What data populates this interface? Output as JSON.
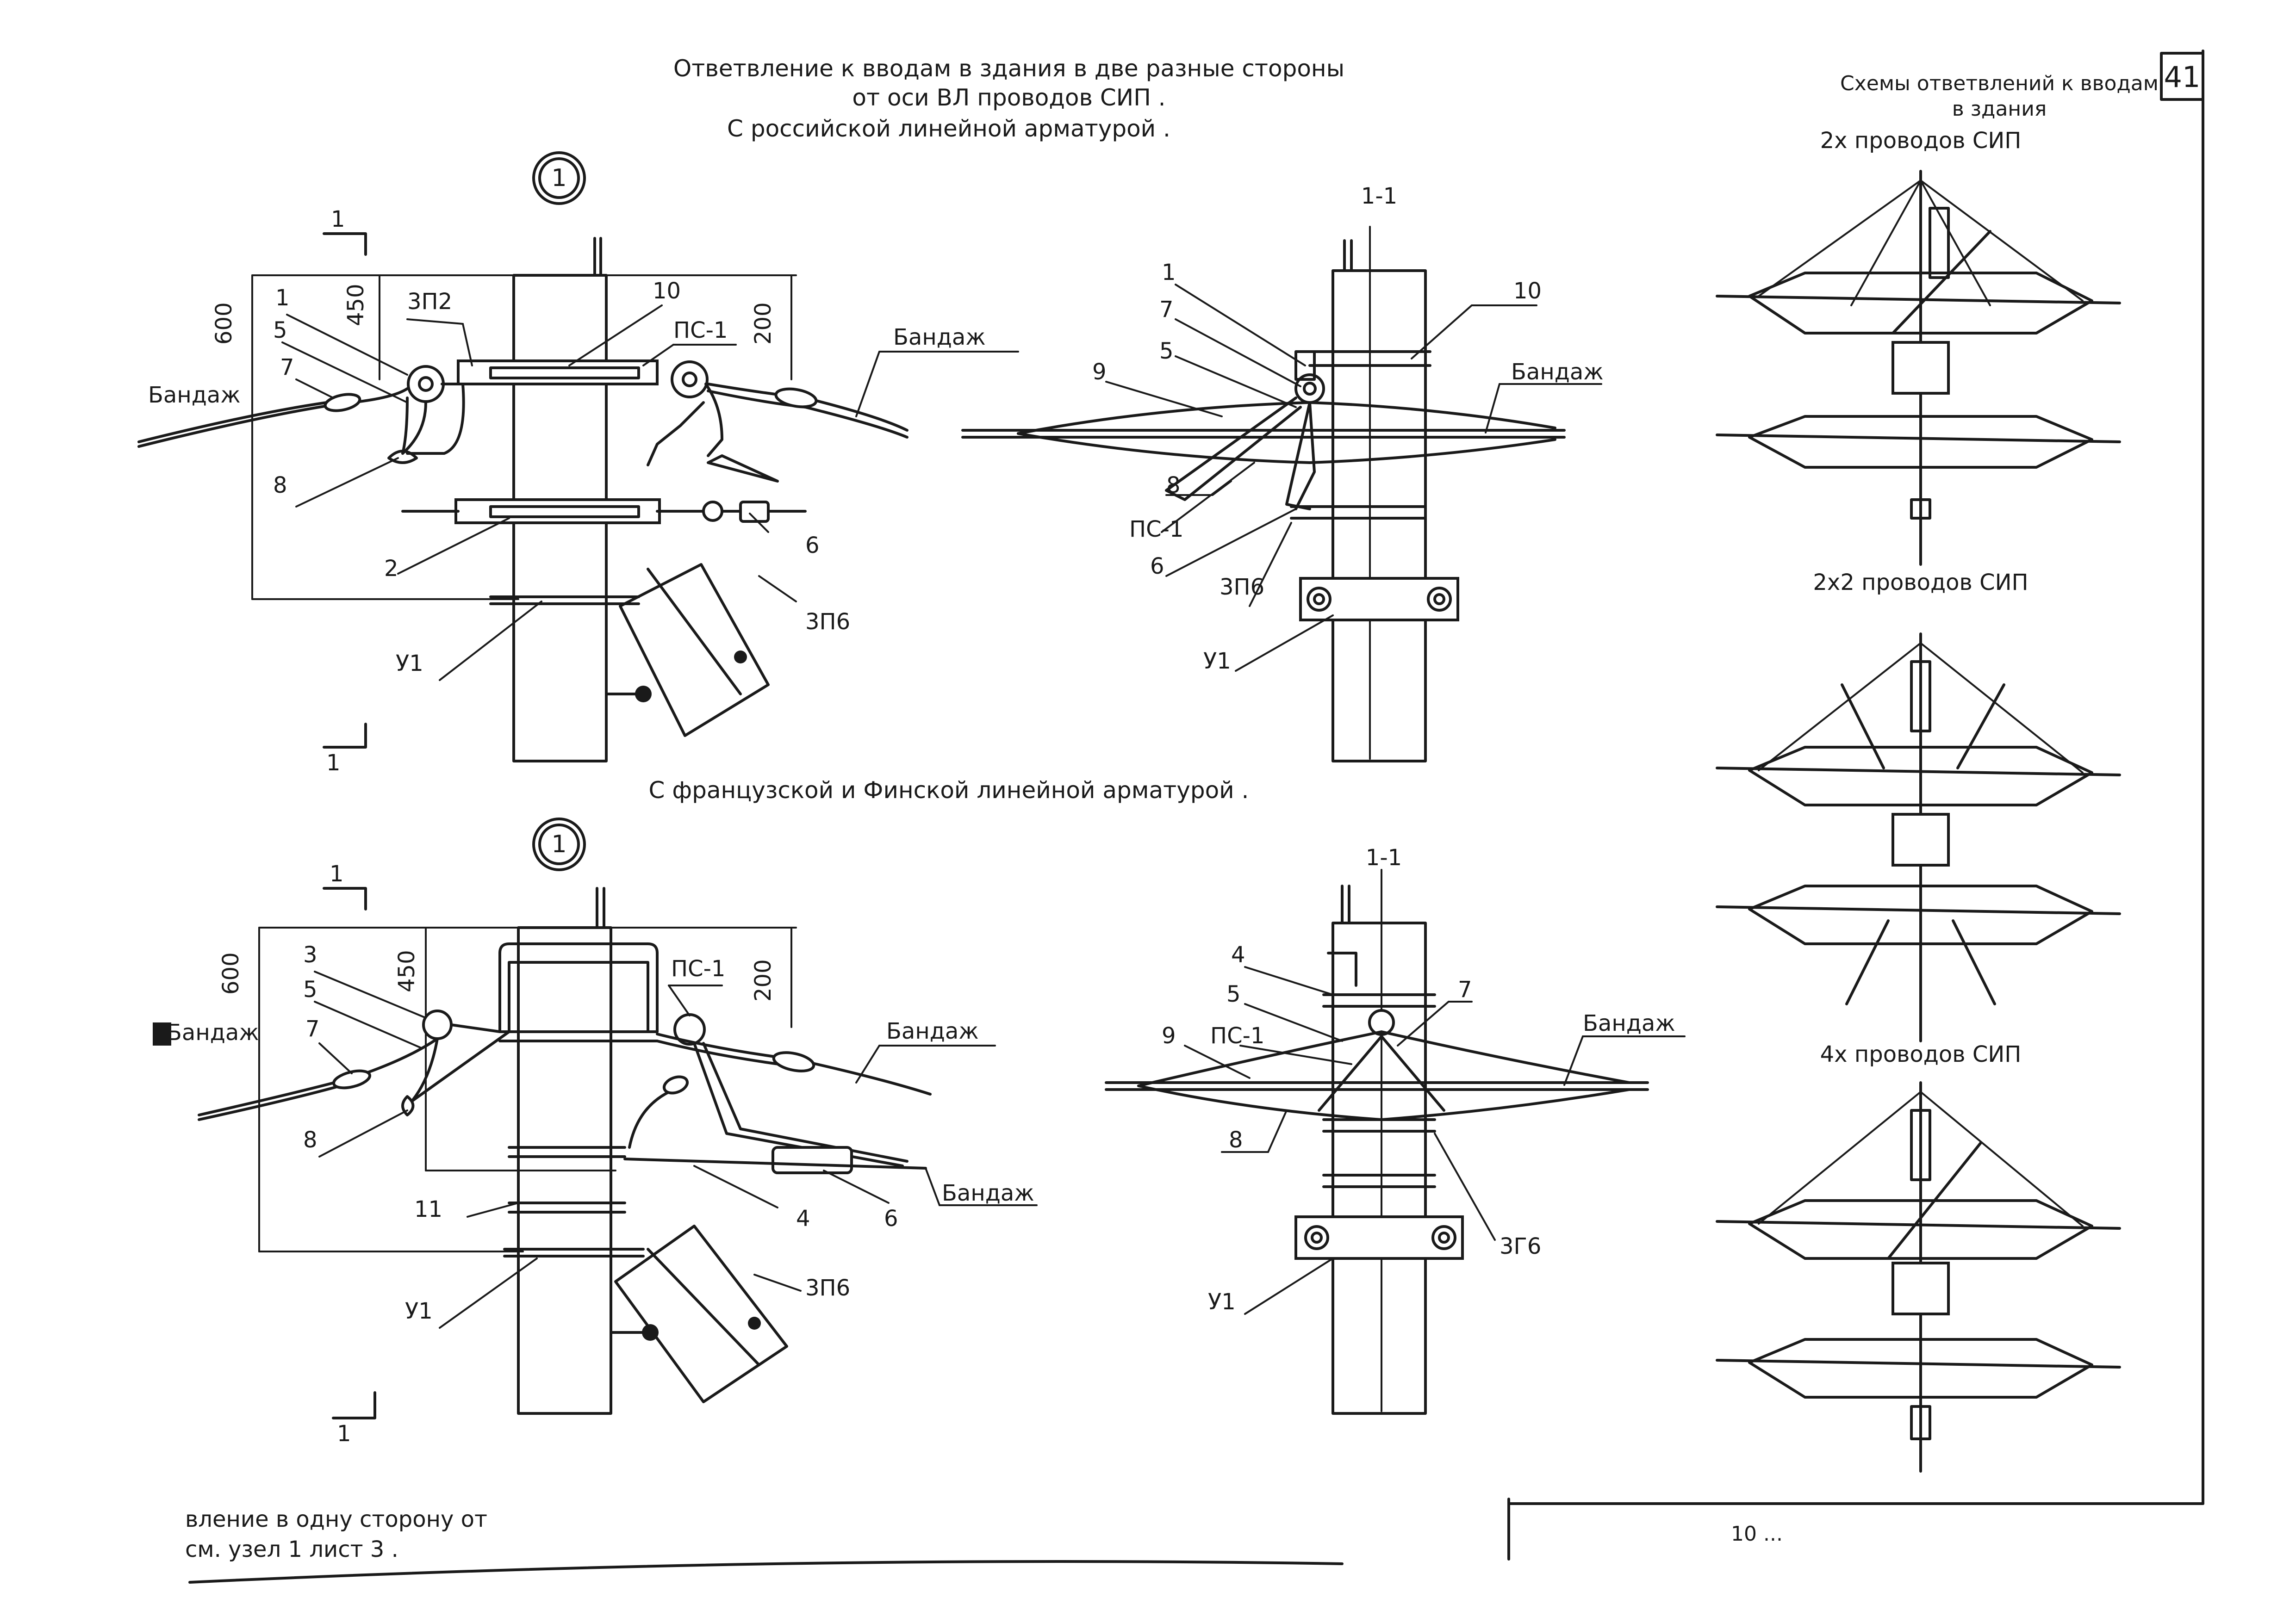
{
  "sheet": {
    "number": "41",
    "title_line1": "Ответвление к вводам в здания в две разные стороны",
    "title_line2": "от оси ВЛ проводов СИП .",
    "section_russian": "С российской линейной арматурой .",
    "section_french": "С французской и Финской линейной арматурой ."
  },
  "sidebar": {
    "title_line1": "Схемы ответвлений к вводам",
    "title_line2": "в здания",
    "scheme1_label": "2х проводов СИП",
    "scheme2_label": "2х2 проводов СИП",
    "scheme3_label": "4х проводов СИП"
  },
  "footer": {
    "note_line1": "вление в одну сторону от",
    "note_line2": "см. узел 1 лист 3 .",
    "stamp_text": "10 ..."
  },
  "node_marker": "1",
  "section_mark": "1",
  "section_title": "1-1",
  "labels": {
    "bandage": "Бандаж",
    "ps1": "ПС-1",
    "zp2": "3П2",
    "zp6": "3П6",
    "zg6": "3Г6",
    "u1": "У1",
    "n1": "1",
    "n2": "2",
    "n3": "3",
    "n4": "4",
    "n5": "5",
    "n6": "6",
    "n7": "7",
    "n8": "8",
    "n9": "9",
    "n10": "10",
    "n11": "11"
  },
  "dimensions": {
    "d600": "600",
    "d450": "450",
    "d200": "200"
  }
}
